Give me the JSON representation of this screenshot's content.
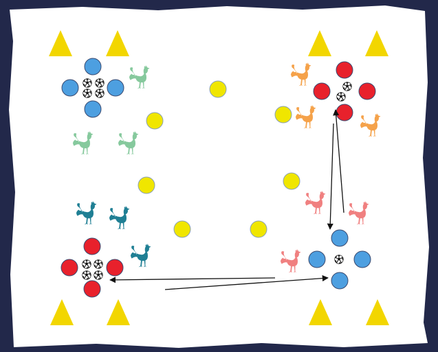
{
  "colors": {
    "background": "#22284a",
    "field": "#ffffff",
    "cone": "#f2d600",
    "marker_yellow": "#f0e600",
    "blue": "#4d9fe0",
    "red": "#e8212c",
    "rooster_green": "#86c99d",
    "rooster_orange": "#f5a24a",
    "rooster_pink": "#f08080",
    "rooster_teal": "#1f7f94",
    "ball": "#111111",
    "arrow": "#111111"
  },
  "icons": {
    "cone": "triangle-cone-icon",
    "marker": "disc-marker-icon",
    "ball": "soccer-ball-icon",
    "rooster": "rooster-icon"
  },
  "groups": [
    {
      "name": "top-left",
      "color": "blue",
      "rooster_color": "rooster_green"
    },
    {
      "name": "top-right",
      "color": "red",
      "rooster_color": "rooster_orange"
    },
    {
      "name": "bottom-left",
      "color": "red",
      "rooster_color": "rooster_teal"
    },
    {
      "name": "bottom-right",
      "color": "blue",
      "rooster_color": "rooster_pink"
    }
  ]
}
